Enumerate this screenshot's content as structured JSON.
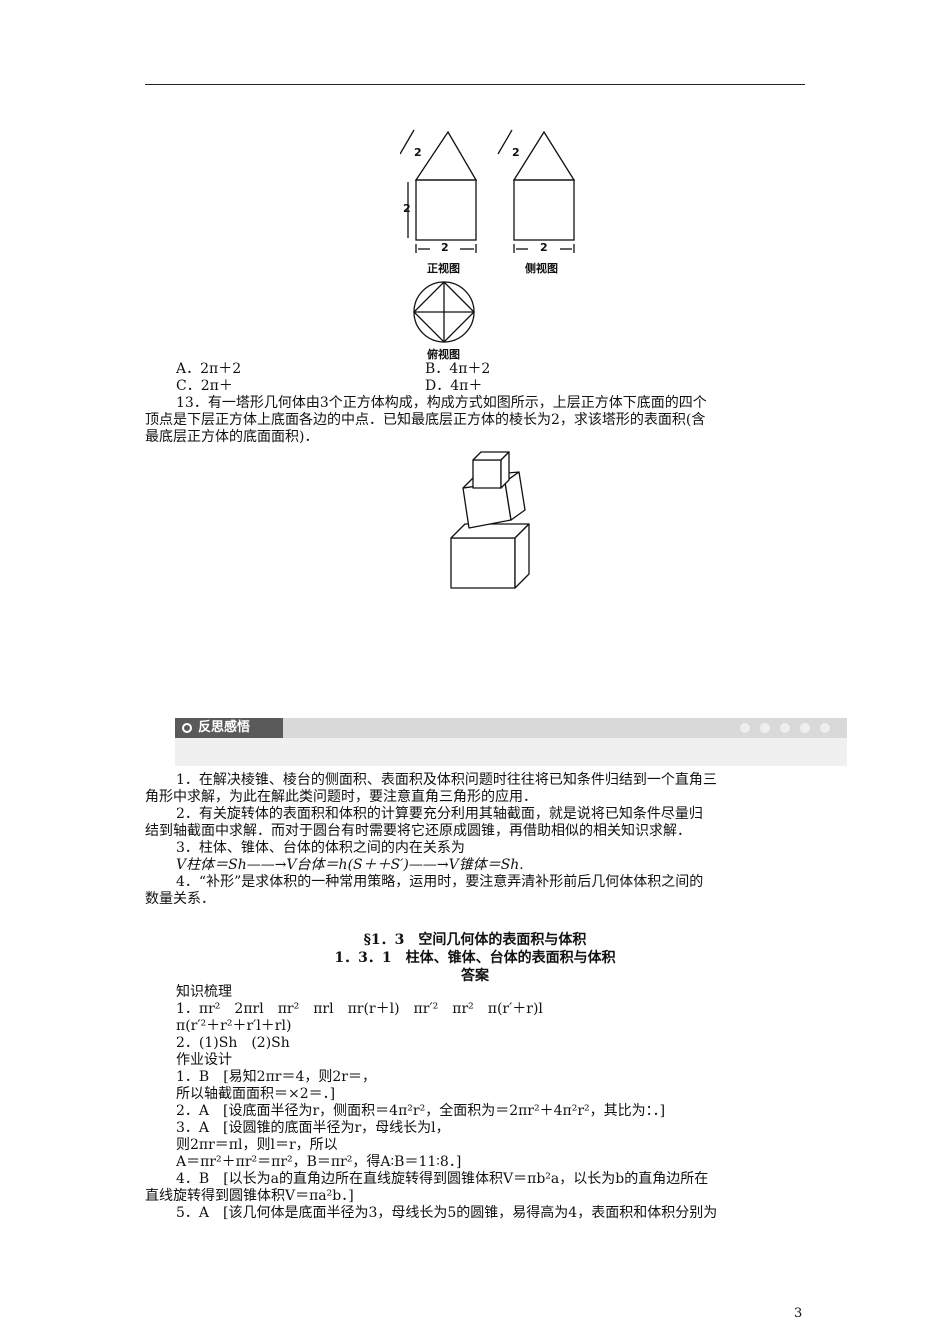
{
  "figure1": {
    "dim_slant_left": "2",
    "dim_height_left": "2",
    "dim_width_left": "2",
    "dim_slant_right": "2",
    "dim_width_right": "2",
    "front_view_label": "正视图",
    "side_view_label": "侧视图",
    "top_view_label": "俯视图"
  },
  "options": {
    "a": "A．2π＋2",
    "b": "B．4π＋2",
    "c": "C．2π＋",
    "d": "D．4π＋"
  },
  "q13": {
    "line1": "13．有一塔形几何体由3个正方体构成，构成方式如图所示，上层正方体下底面的四个",
    "line2": "顶点是下层正方体上底面各边的中点．已知最底层正方体的棱长为2，求该塔形的表面积(含",
    "line3": "最底层正方体的底面面积)．"
  },
  "banner": {
    "title": "反思感悟"
  },
  "reflection": {
    "p1a": "1．在解决棱锥、棱台的侧面积、表面积及体积问题时往往将已知条件归结到一个直角三",
    "p1b": "角形中求解，为此在解此类问题时，要注意直角三角形的应用．",
    "p2a": "2．有关旋转体的表面积和体积的计算要充分利用其轴截面，就是说将已知条件尽量归",
    "p2b": "结到轴截面中求解．而对于圆台有时需要将它还原成圆锥，再借助相似的相关知识求解．",
    "p3": "3．柱体、锥体、台体的体积之间的内在关系为",
    "formula": "V柱体＝Sh——→V台体＝h(S＋＋S′)——→V锥体＝Sh.",
    "p4a": "4．“补形”是求体积的一种常用策略，运用时，要注意弄清补形前后几何体体积之间的",
    "p4b": "数量关系．"
  },
  "answers": {
    "heading1": "§1．3　空间几何体的表面积与体积",
    "heading2": "1．3．1　柱体、锥体、台体的表面积与体积",
    "heading3": "答案",
    "knowledge_label": "知识梳理",
    "k1": "1．πr²　2πrl　πr²　πrl　πr(r＋l)　πr′²　πr²　π(r′＋r)l",
    "k1b": "π(r′²＋r²＋r′l＋rl)",
    "k2": "2．(1)Sh　(2)Sh",
    "design_label": "作业设计",
    "a1": "1．B　[易知2πr＝4，则2r＝，",
    "a1b": "所以轴截面面积＝×2＝．]",
    "a2": "2．A　[设底面半径为r，侧面积＝4π²r²，全面积为＝2πr²＋4π²r²，其比为：．]",
    "a3": "3．A　[设圆锥的底面半径为r，母线长为l，",
    "a3b": "则2πr＝πl，则l＝r，所以",
    "a3c": "A＝πr²＋πr²＝πr²，B＝πr²，得A∶B＝11∶8．]",
    "a4": "4．B　[以长为a的直角边所在直线旋转得到圆锥体积V＝πb²a，以长为b的直角边所在",
    "a4b": "直线旋转得到圆锥体积V＝πa²b．]",
    "a5": "5．A　[该几何体是底面半径为3，母线长为5的圆锥，易得高为4，表面积和体积分别为"
  },
  "page_number": "3"
}
